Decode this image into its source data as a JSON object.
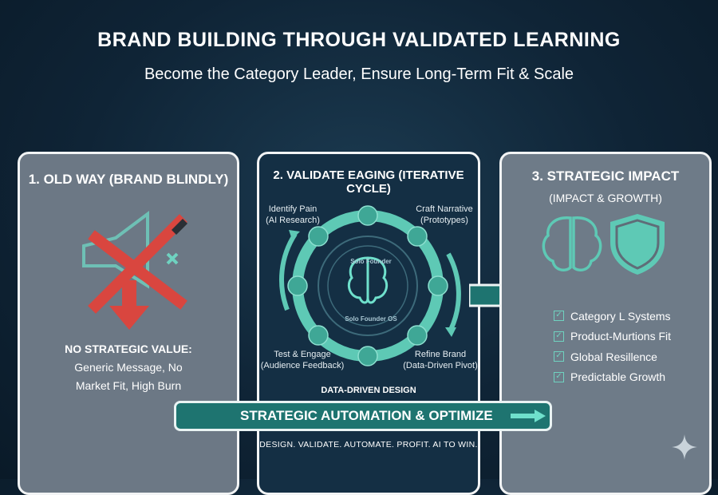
{
  "header": {
    "title": "BRAND BUILDING THROUGH VALIDATED LEARNING",
    "subtitle": "Become the Category Leader, Ensure Long-Term Fit & Scale"
  },
  "panel1": {
    "title": "1. OLD WAY (BRAND BLINDLY)",
    "value_heading": "NO STRATEGIC VALUE:",
    "value_line1": "Generic Message, No",
    "value_line2": "Market Fit, High Burn"
  },
  "panel2": {
    "title": "2. VALIDATE EAGING (ITERATIVE CYCLE)",
    "center_top": "Solo Founder",
    "center_bottom": "Solo Founder OS",
    "steps": [
      {
        "label": "Identify Pain",
        "sub": "(AI Research)"
      },
      {
        "label": "Craft Narrative",
        "sub": "(Prototypes)"
      },
      {
        "label": "Test & Engage",
        "sub": "(Audience Feedback)"
      },
      {
        "label": "Refine Brand",
        "sub": "(Data-Driven Pivot)"
      }
    ],
    "footer": "DATA-DRIVEN DESIGN"
  },
  "panel3": {
    "title": "3. STRATEGIC IMPACT",
    "subtitle": "(IMPACT & GROWTH)",
    "checks": [
      "Category L Systems",
      "Product-Murtions Fit",
      "Global Resillence",
      "Predictable Growth"
    ]
  },
  "banner": {
    "label": "STRATEGIC AUTOMATION & OPTIMIZE"
  },
  "tagline": "DESIGN. VALIDATE. AUTOMATE. PROFIT. AI TO WIN.",
  "colors": {
    "teal": "#5ec9b5",
    "red": "#d9463f",
    "dark_teal": "#1e7470"
  }
}
